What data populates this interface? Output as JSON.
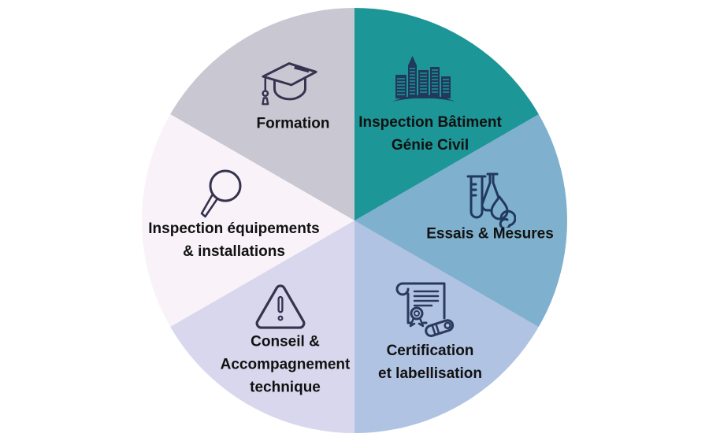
{
  "page": {
    "background": "#FFFFFF"
  },
  "chart_data": {
    "type": "pie",
    "title": "",
    "legend_position": "none",
    "equal_slices": true,
    "start_angle_deg": 0,
    "direction": "clockwise",
    "text_color": "#111111",
    "segments": [
      {
        "label": "Inspection Bâtiment Génie Civil",
        "lines": [
          "Inspection Bâtiment",
          "Génie Civil"
        ],
        "value": 1,
        "percent": 16.67,
        "color": "#1D9697",
        "icon": "city-buildings-icon",
        "icon_color": "#21395C"
      },
      {
        "label": "Essais & Mesures",
        "lines": [
          "Essais & Mesures"
        ],
        "value": 1,
        "percent": 16.67,
        "color": "#7FB0CD",
        "icon": "lab-glassware-icon",
        "icon_color": "#21395C"
      },
      {
        "label": "Certification et labellisation",
        "lines": [
          "Certification",
          "et labellisation"
        ],
        "value": 1,
        "percent": 16.67,
        "color": "#B1C3E2",
        "icon": "certificate-icon",
        "icon_color": "#2A3A5E"
      },
      {
        "label": "Conseil & Accompagnement technique",
        "lines": [
          "Conseil &",
          "Accompagnement",
          "technique"
        ],
        "value": 1,
        "percent": 16.67,
        "color": "#D9D7ED",
        "icon": "warning-triangle-icon",
        "icon_color": "#37324F"
      },
      {
        "label": "Inspection équipements & installations",
        "lines": [
          "Inspection équipements",
          "& installations"
        ],
        "value": 1,
        "percent": 16.67,
        "color": "#F9F3F9",
        "icon": "magnifier-icon",
        "icon_color": "#37324F"
      },
      {
        "label": "Formation",
        "lines": [
          "Formation"
        ],
        "value": 1,
        "percent": 16.67,
        "color": "#C9C7D2",
        "icon": "graduation-cap-icon",
        "icon_color": "#37324F"
      }
    ]
  }
}
